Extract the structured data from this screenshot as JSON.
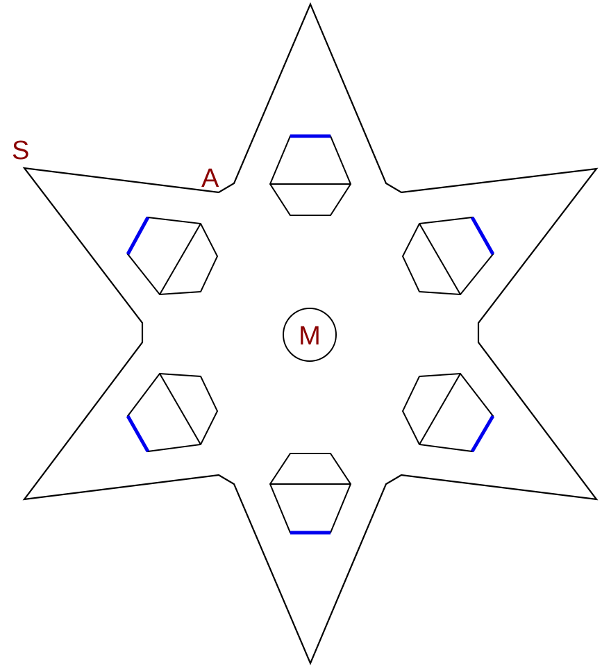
{
  "labels": {
    "s": "S",
    "a": "A",
    "m": "M"
  },
  "colors": {
    "stroke": "#000000",
    "label": "#8b0000",
    "highlight": "#0000ee",
    "background": "#ffffff"
  }
}
